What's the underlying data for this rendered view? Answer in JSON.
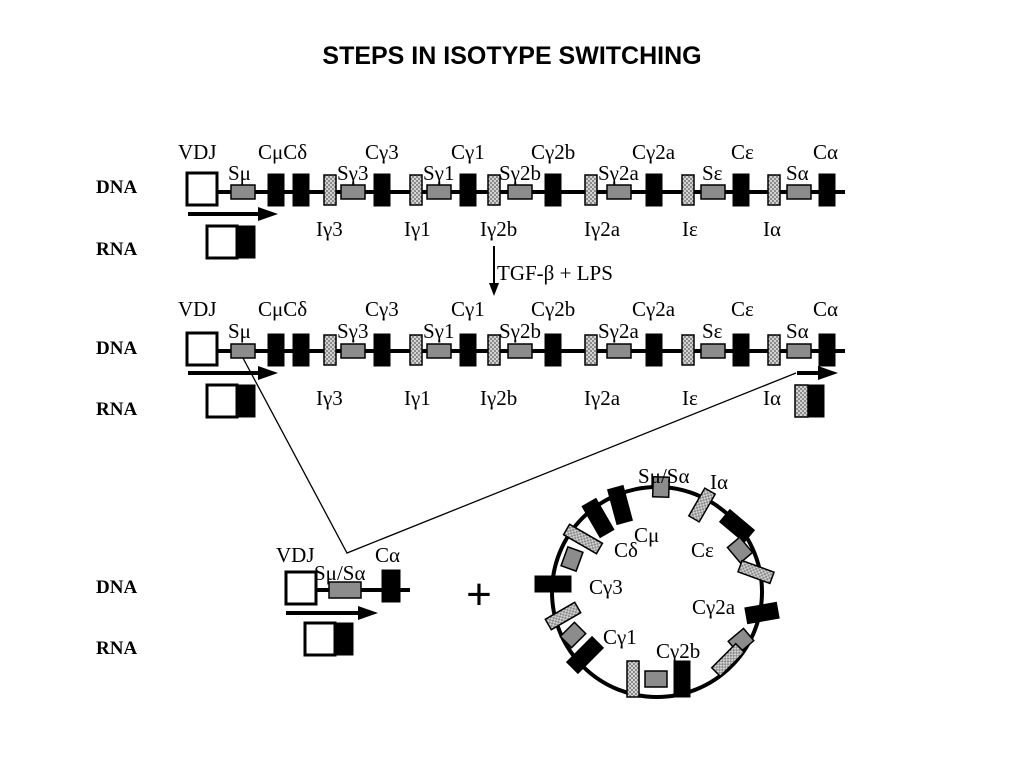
{
  "title": "STEPS IN ISOTYPE SWITCHING",
  "rows": {
    "dna": "DNA",
    "rna": "RNA"
  },
  "gene_labels": {
    "vdj": "VDJ",
    "cmu_cdelta": "CμCδ",
    "cgamma3": "Cγ3",
    "cgamma1": "Cγ1",
    "cgamma2b": "Cγ2b",
    "cgamma2a": "Cγ2a",
    "cepsilon": "Cε",
    "calpha": "Cα"
  },
  "switch_labels": {
    "smu": "Sμ",
    "sgamma3": "Sγ3",
    "sgamma1": "Sγ1",
    "sgamma2b": "Sγ2b",
    "sgamma2a": "Sγ2a",
    "sepsilon": "Sε",
    "salpha": "Sα"
  },
  "i_labels": {
    "igamma3": "Iγ3",
    "igamma1": "Iγ1",
    "igamma2b": "Iγ2b",
    "igamma2a": "Iγ2a",
    "iepsilon": "Iε",
    "ialpha": "Iα"
  },
  "stimulus": "TGF-β + LPS",
  "product": {
    "vdj": "VDJ",
    "switch": "Sμ/Sα",
    "calpha": "Cα",
    "plus": "+"
  },
  "circle_labels": {
    "switch": "Sμ/Sα",
    "ialpha": "Iα",
    "cmu": "Cμ",
    "cdelta": "Cδ",
    "cepsilon": "Cε",
    "cgamma3": "Cγ3",
    "cgamma2a": "Cγ2a",
    "cgamma1": "Cγ1",
    "cgamma2b": "Cγ2b"
  },
  "colors": {
    "exon": "#000000",
    "switch_region": "#8c8c8c",
    "i_exon": "#c8c8c8",
    "background": "#ffffff"
  }
}
